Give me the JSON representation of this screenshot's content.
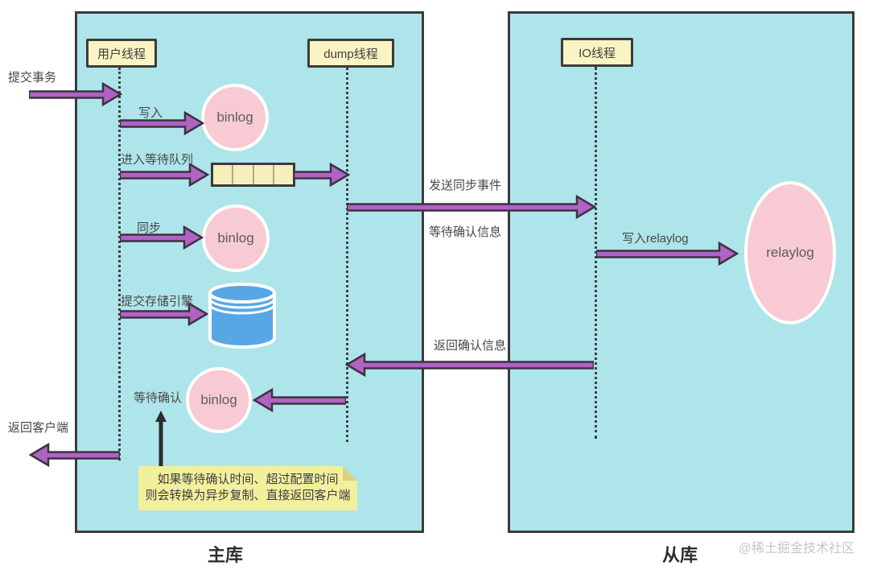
{
  "master": {
    "title": "主库",
    "threads": {
      "user": "用户线程",
      "dump": "dump线程"
    },
    "labels": {
      "commit_tx": "提交事务",
      "write": "写入",
      "enter_queue": "进入等待队列",
      "sync": "同步",
      "commit_engine": "提交存储引擎",
      "wait_ack": "等待确认",
      "return_client": "返回客户端"
    },
    "nodes": {
      "binlog1": "binlog",
      "binlog2": "binlog",
      "binlog3": "binlog"
    },
    "note": {
      "line1": "如果等待确认时间、超过配置时间",
      "line2": "则会转换为异步复制、直接返回客户端"
    }
  },
  "slave": {
    "title": "从库",
    "threads": {
      "io": "IO线程"
    },
    "labels": {
      "write_relaylog": "写入relaylog"
    },
    "nodes": {
      "relaylog": "relaylog"
    }
  },
  "channel": {
    "send_sync_event": "发送同步事件",
    "wait_ack_info": "等待确认信息",
    "return_ack_info": "返回确认信息"
  },
  "watermark": "@稀土掘金技术社区",
  "colors": {
    "container_fill": "#aee5ea",
    "node_pink": "#f8cad3",
    "arrow_purple": "#af63c2",
    "thread_box_yellow": "#faf3c3",
    "note_yellow": "#f2ef9d",
    "storage_blue": "#57a7e6",
    "border_dark": "#3b3b3b"
  }
}
